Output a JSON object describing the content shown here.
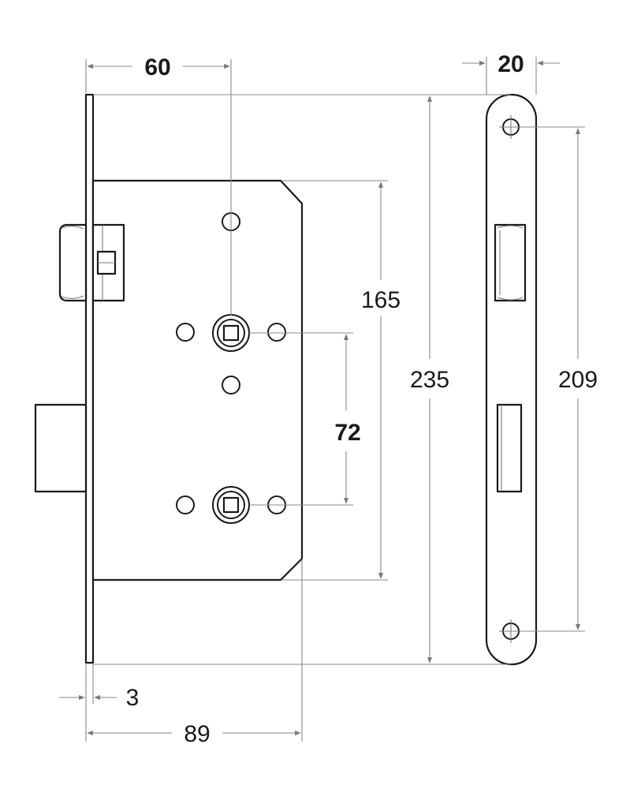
{
  "dimensions": {
    "backset": "60",
    "forend_width": "20",
    "case_height": "165",
    "forend_height": "235",
    "fixing_centres": "209",
    "centres": "72",
    "forend_thickness": "3",
    "case_depth": "89"
  },
  "colors": {
    "line": "#1a1a1a",
    "dimension": "#8a8a8a",
    "background": "#ffffff"
  }
}
